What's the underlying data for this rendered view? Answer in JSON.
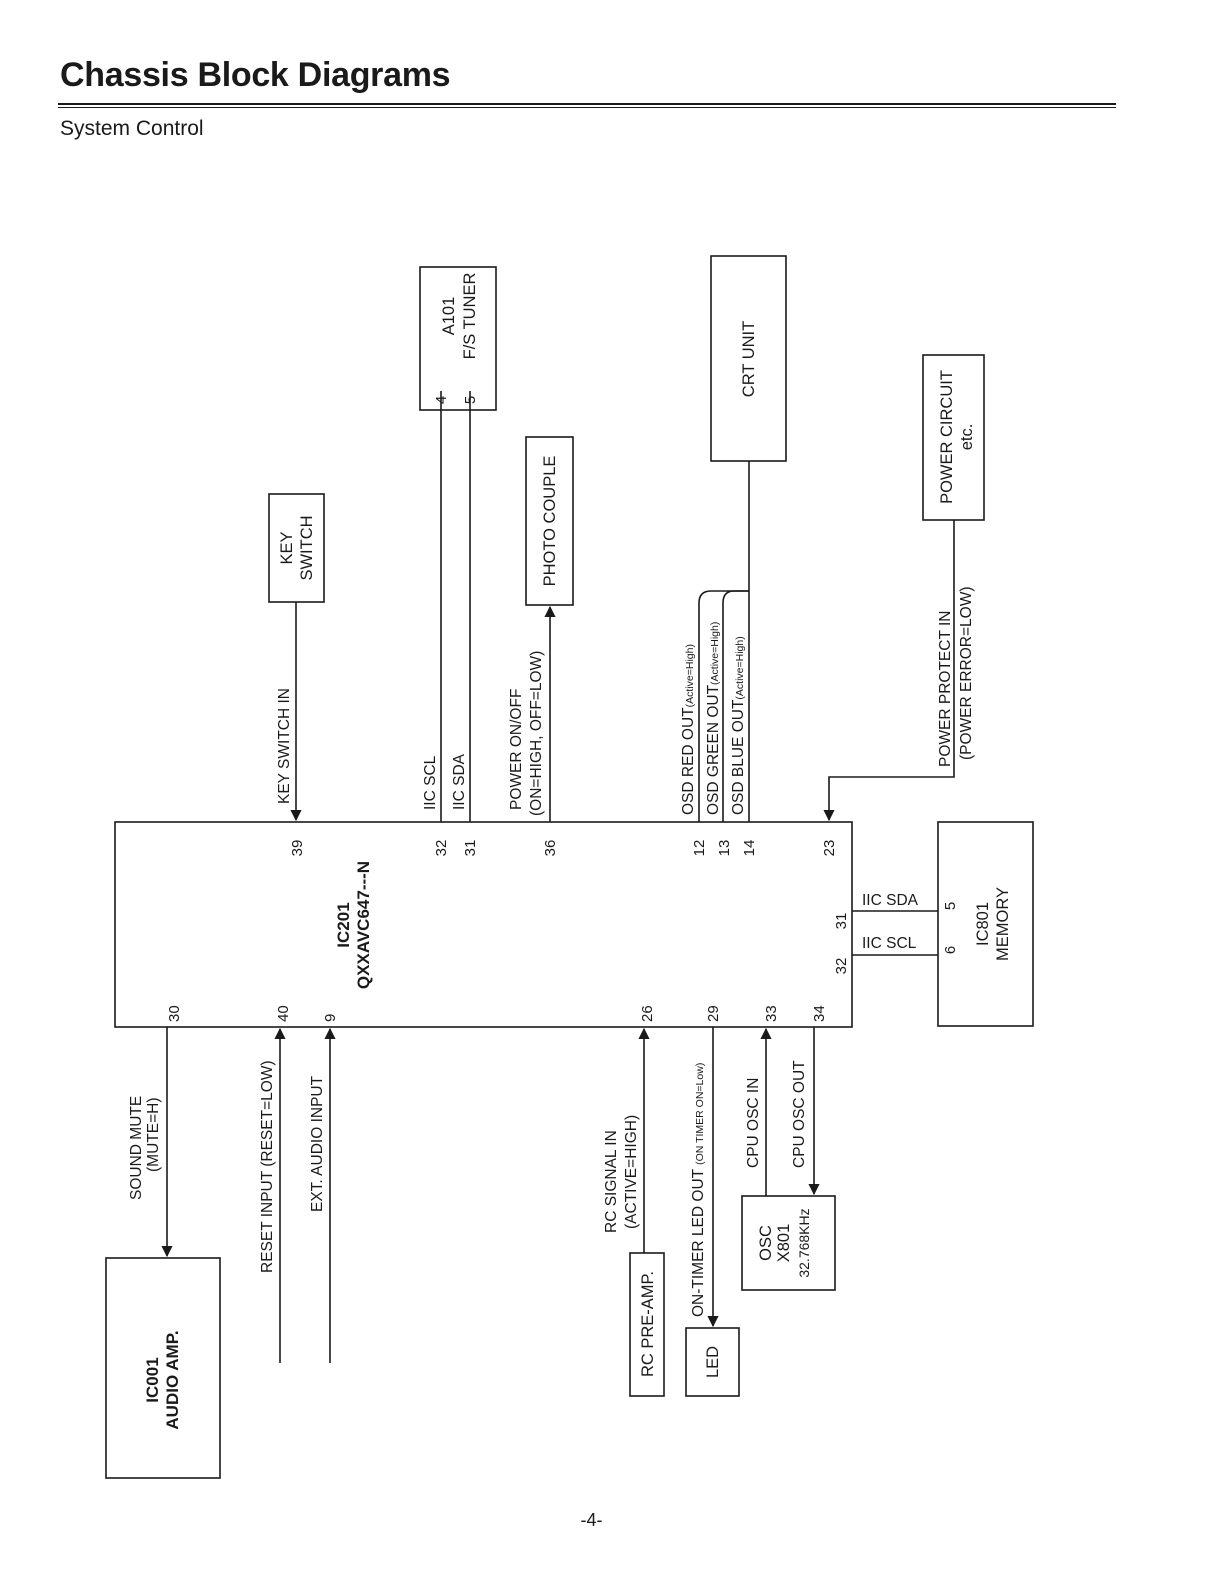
{
  "header": {
    "title": "Chassis Block Diagrams",
    "subtitle": "System Control"
  },
  "footer": {
    "page_number": "-4-"
  },
  "blocks": {
    "main_ic": {
      "ref": "IC201",
      "part": "QXXAVC647---N"
    },
    "tuner": {
      "ref": "A101",
      "name": "F/S TUNER",
      "pin_scl": "4",
      "pin_sda": "5"
    },
    "crt": {
      "name": "CRT UNIT"
    },
    "power_circuit": {
      "line1": "POWER CIRCUIT",
      "line2": "etc."
    },
    "key_switch": {
      "line1": "KEY",
      "line2": "SWITCH"
    },
    "photo_couple": {
      "name": "PHOTO COUPLE"
    },
    "memory": {
      "ref": "IC801",
      "name": "MEMORY",
      "pin_sda": "5",
      "pin_scl": "6"
    },
    "audio_amp": {
      "ref": "IC001",
      "name": "AUDIO AMP."
    },
    "rc_preamp": {
      "name": "RC PRE-AMP."
    },
    "led": {
      "name": "LED"
    },
    "osc": {
      "line1": "OSC",
      "line2": "X801",
      "line3": "32.768KHz"
    }
  },
  "signals": {
    "key_switch_in": {
      "label": "KEY SWITCH IN",
      "pin": "39"
    },
    "iic_scl_top": {
      "label": "IIC SCL",
      "pin": "32"
    },
    "iic_sda_top": {
      "label": "IIC SDA",
      "pin": "31"
    },
    "power_onoff": {
      "line1": "POWER ON/OFF",
      "line2": "(ON=HIGH, OFF=LOW)",
      "pin": "36"
    },
    "osd_red": {
      "label": "OSD RED OUT",
      "note": "(Active=High)",
      "pin": "12"
    },
    "osd_green": {
      "label": "OSD GREEN OUT",
      "note": "(Active=High)",
      "pin": "13"
    },
    "osd_blue": {
      "label": "OSD BLUE OUT",
      "note": "(Active=High)",
      "pin": "14"
    },
    "power_protect": {
      "line1": "POWER PROTECT IN",
      "line2": "(POWER ERROR=LOW)",
      "pin": "23"
    },
    "iic_sda_right": {
      "label": "IIC SDA",
      "pin": "31"
    },
    "iic_scl_right": {
      "label": "IIC SCL",
      "pin": "32"
    },
    "sound_mute": {
      "line1": "SOUND MUTE",
      "line2": "(MUTE=H)",
      "pin": "30"
    },
    "reset_input": {
      "label": "RESET INPUT (RESET=LOW)",
      "pin": "40"
    },
    "ext_audio": {
      "label": "EXT. AUDIO INPUT",
      "pin": "9"
    },
    "rc_signal": {
      "line1": "RC SIGNAL IN",
      "line2": "(ACTIVE=HIGH)",
      "pin": "26"
    },
    "on_timer_led": {
      "label": "ON-TIMER LED OUT",
      "note": "(ON TIMER ON=Low)",
      "pin": "29"
    },
    "cpu_osc_in": {
      "label": "CPU OSC IN",
      "pin": "33"
    },
    "cpu_osc_out": {
      "label": "CPU OSC OUT",
      "pin": "34"
    }
  }
}
